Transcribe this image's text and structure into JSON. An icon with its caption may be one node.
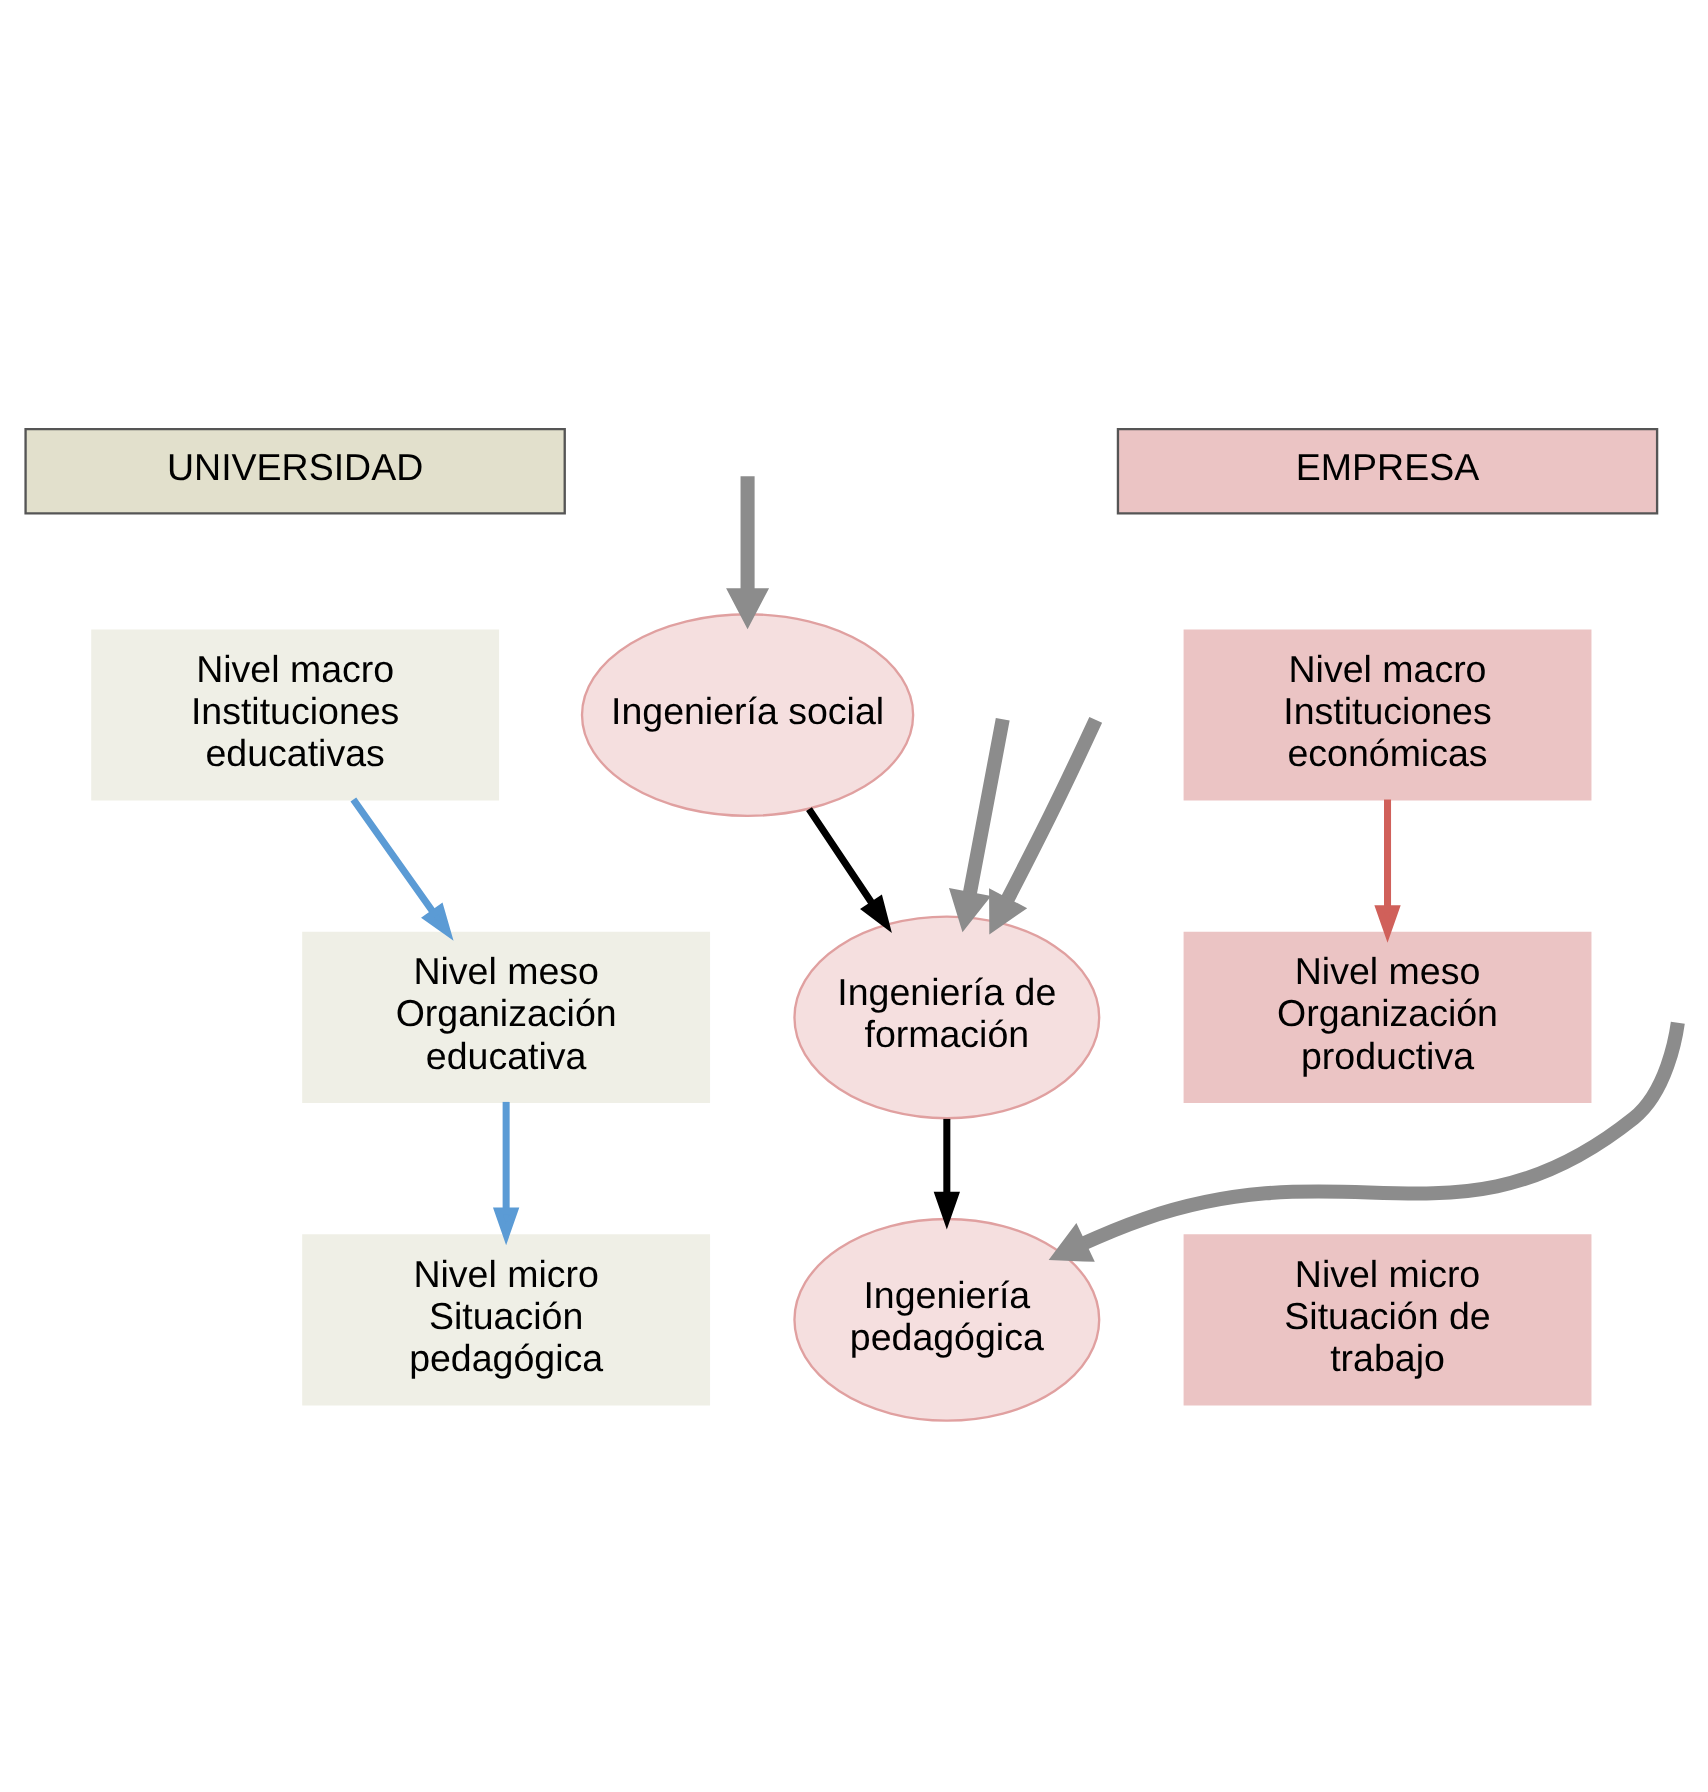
{
  "diagram": {
    "nodes": [
      {
        "text": [
          "UNIVERSIDAD"
        ]
      },
      {
        "text": [
          "EMPRESA"
        ]
      },
      {
        "text": [
          "Nivel macro Instituciones educativas"
        ]
      },
      {
        "text": [
          "Ingeniería social"
        ]
      },
      {
        "text": [
          "Nivel macro Instituciones económicas"
        ]
      },
      {
        "text": [
          "Nivel meso Organización educativa"
        ]
      },
      {
        "text": [
          "Ingeniería de formación"
        ]
      },
      {
        "text": [
          "Nivel meso Organización productiva"
        ]
      },
      {
        "text": [
          "Nivel micro Situación pedagógica"
        ]
      },
      {
        "text": [
          "Ingeniería pedagógica"
        ]
      },
      {
        "text": [
          "Nivel micro Situación de trabajo"
        ]
      }
    ],
    "edges": [
      {
        "from": 2,
        "to": 5,
        "arrow": "to",
        "color": "#5b9bd5"
      },
      {
        "from": 5,
        "to": 8,
        "arrow": "to",
        "color": "#5b9bd5"
      },
      {
        "from": 3,
        "to": 6,
        "arrow": "to",
        "color": "#000000"
      },
      {
        "from": 6,
        "to": 9,
        "arrow": "to",
        "color": "#000000"
      },
      {
        "from": 4,
        "to": 7,
        "arrow": "to",
        "color": "#d0605a"
      },
      {
        "from": null,
        "to": 3,
        "arrow": "to",
        "style": "thick",
        "color": "#8c8c8c"
      },
      {
        "from": null,
        "to": 6,
        "arrow": "to",
        "style": "thick",
        "color": "#8c8c8c"
      },
      {
        "from": null,
        "to": 6,
        "arrow": "to",
        "style": "thick",
        "color": "#8c8c8c"
      },
      {
        "from": null,
        "to": 9,
        "arrow": "to",
        "style": "thick",
        "color": "#8c8c8c"
      }
    ]
  }
}
